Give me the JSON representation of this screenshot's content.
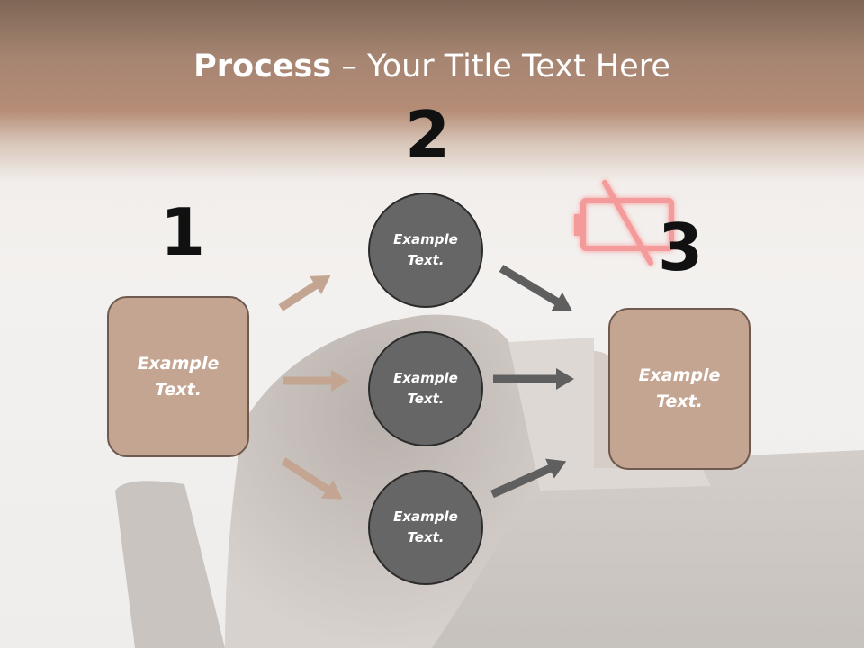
{
  "title": {
    "bold": "Process",
    "rest": " – Your Title Text Here"
  },
  "steps": [
    {
      "number": "1"
    },
    {
      "number": "2"
    },
    {
      "number": "3"
    }
  ],
  "left_box": {
    "text": "Example Text."
  },
  "right_box": {
    "text": "Example Text."
  },
  "circles": [
    {
      "text": "Example Text."
    },
    {
      "text": "Example Text."
    },
    {
      "text": "Example Text."
    }
  ],
  "colors": {
    "box_fill": "#c4a592",
    "box_border": "#6e5a4e",
    "circle_fill": "#666666",
    "arrow_tan": "#c4a592",
    "arrow_gray": "#5f5f5f",
    "battery_icon": "#f08080"
  },
  "icons": [
    "battery-empty-crossed-icon"
  ]
}
